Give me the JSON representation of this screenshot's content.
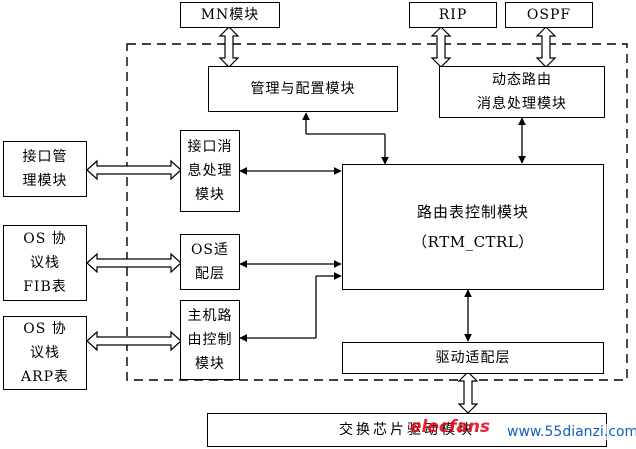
{
  "diagram": {
    "top_modules": {
      "mn": "MN模块",
      "rip": "RIP",
      "ospf": "OSPF"
    },
    "management_config_module": "管理与配置模块",
    "dynamic_routing_module": "动态路由\n消息处理模块",
    "interface_msg_module": "接口消\n息处理\n模块",
    "os_adapter_layer": "OS适\n配层",
    "host_routing_module": "主机路\n由控制\n模块",
    "rtm": {
      "title": "路由表控制模块",
      "subtitle": "（RTM_CTRL）"
    },
    "driver_adapter_layer": "驱动适配层",
    "switch_chip_driver": "交换芯片驱动模块",
    "left_modules": {
      "interface_mgmt": "接口管\n理模块",
      "os_fib": "OS 协\n议栈\nFIB表",
      "os_arp": "OS 协\n议栈\nARP表"
    }
  },
  "watermark": {
    "brand": "elecfans",
    "site": "www.55dianzi.com"
  },
  "colors": {
    "stroke": "#000000",
    "watermark_red": "#e60012",
    "watermark_blue": "#1560bd"
  }
}
